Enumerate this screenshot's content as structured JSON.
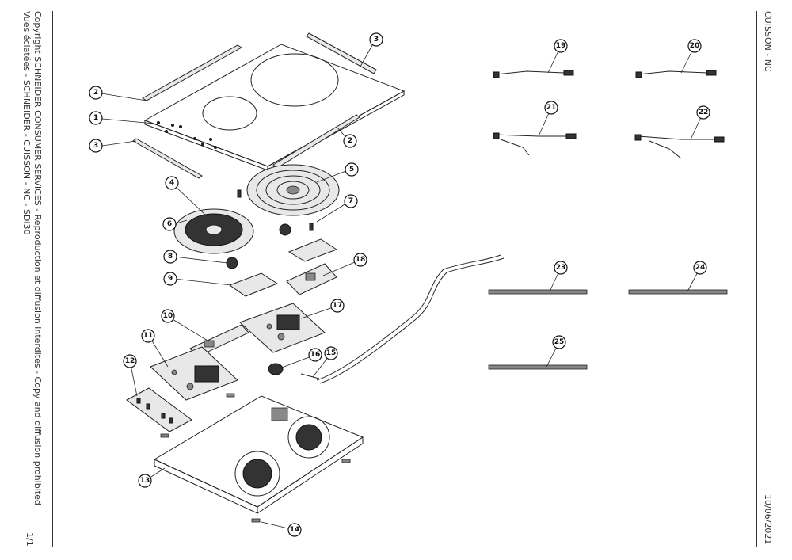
{
  "left_margin": {
    "copyright_line": "Copyright SCHNEIDER CONSUMER SERVICES - Reproduction et diffusion interdites - Copy and diffusion prohibited",
    "views_line": "Vues éclatées - SCHNEIDER - CUISSON - NC - SDI30",
    "page": "1/1"
  },
  "right_margin": {
    "category": "CUISSON - NC",
    "date": "10/06/2021"
  },
  "callouts": [
    "1",
    "2",
    "2",
    "3",
    "3",
    "4",
    "5",
    "6",
    "7",
    "8",
    "9",
    "10",
    "11",
    "12",
    "13",
    "14",
    "15",
    "16",
    "17",
    "18",
    "19",
    "20",
    "21",
    "22",
    "23",
    "24",
    "25"
  ]
}
